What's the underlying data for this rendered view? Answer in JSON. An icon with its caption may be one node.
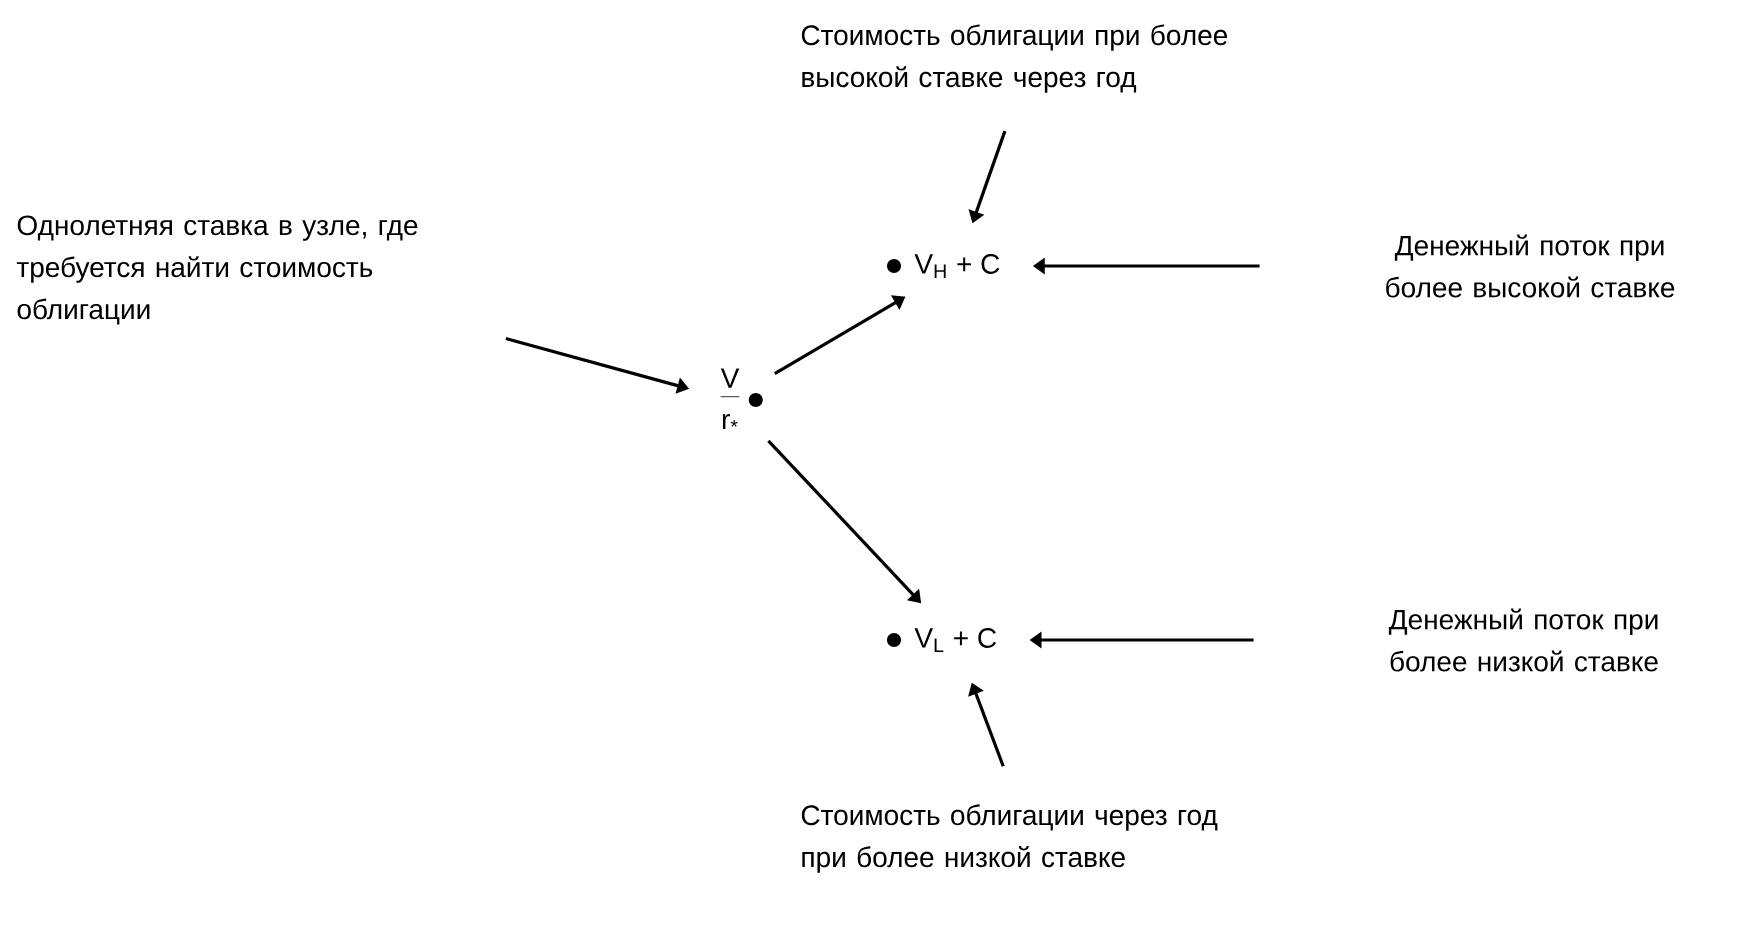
{
  "diagram": {
    "nodes": [
      {
        "text": [
          "Стоимость облигации при более высокой ставке через год"
        ]
      },
      {
        "text": [
          "V$_{H}$ + C"
        ]
      },
      {
        "text": [
          "Денежный поток при более высокой ставке"
        ]
      },
      {
        "text": [
          "Однолетняя ставка в узле, где требуется найти стоимость облигации"
        ]
      },
      {
        "text": [
          "V",
          "r$_{*}$"
        ]
      },
      {
        "text": [
          "V$_{L}$ + C"
        ]
      },
      {
        "text": [
          "Денежный поток при более низкой ставке"
        ]
      },
      {
        "text": [
          "Стоимость облигации через год при более низкой ставке"
        ]
      }
    ],
    "edges": [
      {
        "from": 0,
        "to": 1,
        "arrow": "to"
      },
      {
        "from": 2,
        "to": 1,
        "arrow": "to"
      },
      {
        "from": 3,
        "to": 4,
        "arrow": "to"
      },
      {
        "from": 4,
        "to": 1,
        "arrow": "to"
      },
      {
        "from": 4,
        "to": 5,
        "arrow": "to"
      },
      {
        "from": 6,
        "to": 5,
        "arrow": "to"
      },
      {
        "from": 7,
        "to": 5,
        "arrow": "to"
      }
    ]
  }
}
